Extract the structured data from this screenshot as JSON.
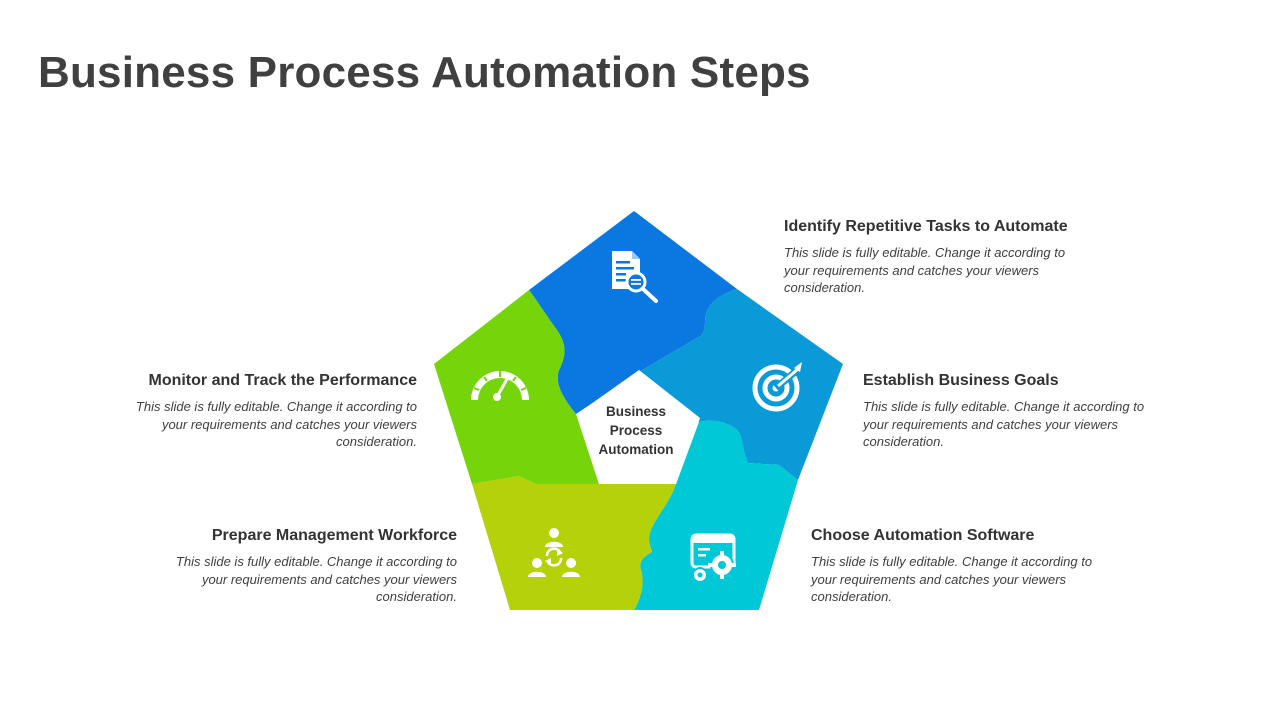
{
  "title": "Business Process Automation Steps",
  "center": {
    "line1": "Business",
    "line2": "Process",
    "line3": "Automation"
  },
  "colors": {
    "step1": "#0b77e0",
    "step2": "#0a9ad8",
    "step3": "#00c8d6",
    "step4": "#b4d10a",
    "step5": "#76d40a",
    "text_dark": "#404040"
  },
  "steps": [
    {
      "title": "Identify Repetitive Tasks to Automate",
      "icon": "document-search-icon",
      "desc": "This slide is fully editable. Change it according to your requirements and catches your viewers consideration."
    },
    {
      "title": "Establish Business Goals",
      "icon": "target-icon",
      "desc": "This slide is fully editable. Change it according to your requirements and catches your viewers consideration."
    },
    {
      "title": "Choose Automation Software",
      "icon": "software-gears-icon",
      "desc": "This slide is fully editable. Change it according to your requirements and catches your viewers consideration."
    },
    {
      "title": "Prepare Management Workforce",
      "icon": "team-sync-icon",
      "desc": "This slide is fully editable. Change it according to your requirements and catches your viewers consideration."
    },
    {
      "title": "Monitor and Track the Performance",
      "icon": "speedometer-icon",
      "desc": "This slide is fully editable. Change it according to your requirements and catches your viewers consideration."
    }
  ]
}
